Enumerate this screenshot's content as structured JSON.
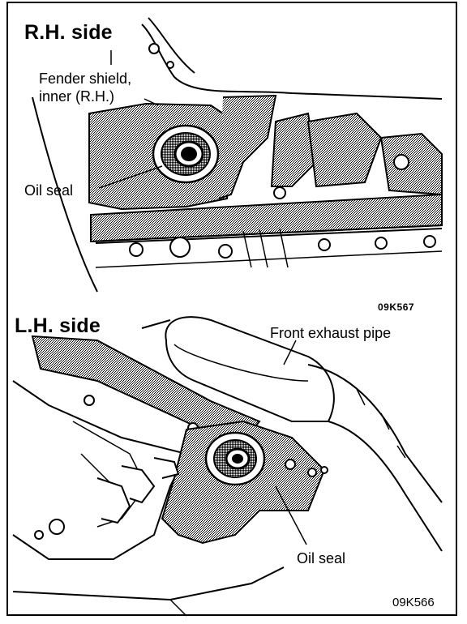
{
  "rh": {
    "title": "R.H.  side",
    "fender_line1": "Fender shield,",
    "fender_line2": "inner (R.H.)",
    "oil_seal": "Oil seal",
    "fig_code": "09K567"
  },
  "lh": {
    "title": "L.H.  side",
    "exhaust": "Front exhaust pipe",
    "oil_seal": "Oil seal",
    "fig_code": "09K566"
  }
}
